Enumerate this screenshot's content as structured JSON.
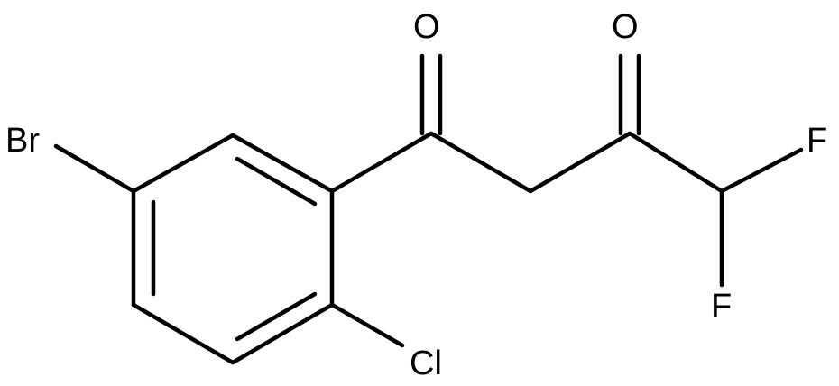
{
  "molecule": {
    "atoms": {
      "br": "Br",
      "cl": "Cl",
      "o1": "O",
      "o2": "O",
      "f1": "F",
      "f2": "F"
    },
    "colors": {
      "bond": "#000000",
      "label": "#000000",
      "background": "#ffffff"
    }
  }
}
